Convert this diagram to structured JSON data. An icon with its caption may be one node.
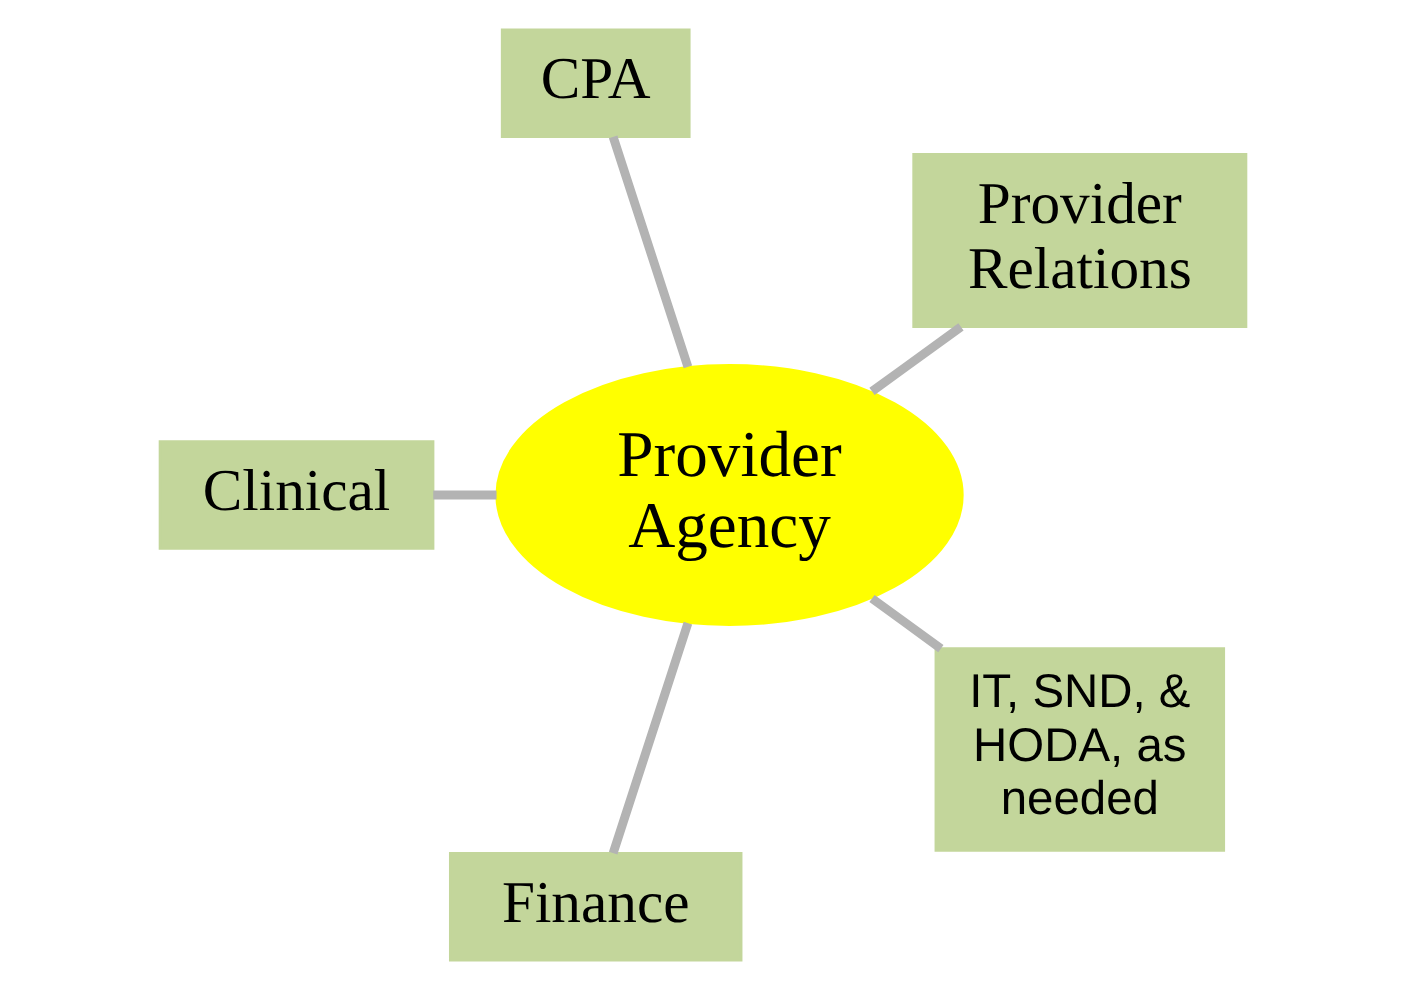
{
  "diagram": {
    "nodes": [
      {
        "text": [
          "Provider Agency"
        ]
      },
      {
        "text": [
          "Provider Relations"
        ]
      },
      {
        "text": [
          "CPA"
        ]
      },
      {
        "text": [
          "Clinical"
        ]
      },
      {
        "text": [
          "Finance"
        ]
      },
      {
        "text": [
          "IT, SND, & HODA, as needed"
        ]
      }
    ],
    "edges": [
      {
        "from": 0,
        "to": 1,
        "arrow": "none"
      },
      {
        "from": 0,
        "to": 2,
        "arrow": "none"
      },
      {
        "from": 0,
        "to": 3,
        "arrow": "none"
      },
      {
        "from": 0,
        "to": 4,
        "arrow": "none"
      },
      {
        "from": 0,
        "to": 5,
        "arrow": "none"
      }
    ]
  }
}
